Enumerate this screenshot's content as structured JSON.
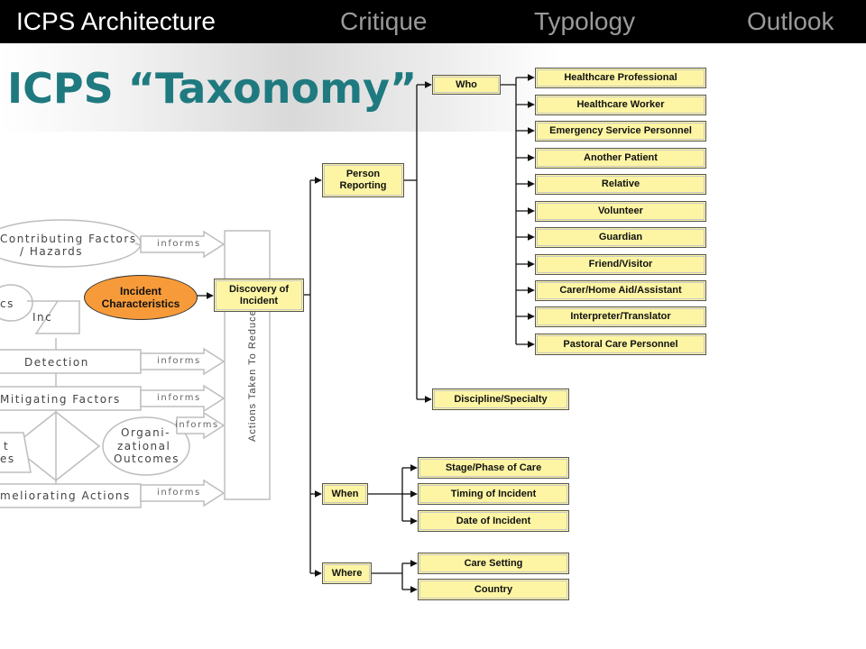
{
  "nav": {
    "items": [
      {
        "label": "ICPS Architecture",
        "active": true
      },
      {
        "label": "Critique",
        "active": false
      },
      {
        "label": "Typology",
        "active": false
      },
      {
        "label": "Outlook",
        "active": false
      }
    ],
    "active_color": "#ffffff",
    "inactive_color": "#9a9a9a"
  },
  "slide": {
    "title": "ICPS “Taxonomy”",
    "title_color": "#1f7a80"
  },
  "background_diagram": {
    "labels": {
      "contributing_factors": "Contributing Factors",
      "hazards": "/ Hazards",
      "patient_chars": "cs",
      "incident_fragment": "Inc",
      "detection": "Detection",
      "mitigating_factors": "Mitigating Factors",
      "patient_outcomes_1": "t",
      "patient_outcomes_2": "es",
      "organizational_outcomes_1": "Organi-",
      "organizational_outcomes_2": "zational",
      "organizational_outcomes_3": "Outcomes",
      "ameliorating_actions": "meliorating Actions",
      "actions_taken": "Actions Taken To Reduce"
    },
    "informs_label": "informs"
  },
  "incident_characteristics": {
    "line1": "Incident",
    "line2": "Characteristics",
    "fill_color": "#f79b3a"
  },
  "taxonomy": {
    "root": "Discovery of Incident",
    "person_reporting": "Person Reporting",
    "who": "Who",
    "who_items": [
      "Healthcare Professional",
      "Healthcare Worker",
      "Emergency Service Personnel",
      "Another Patient",
      "Relative",
      "Volunteer",
      "Guardian",
      "Friend/Visitor",
      "Carer/Home Aid/Assistant",
      "Interpreter/Translator",
      "Pastoral Care Personnel"
    ],
    "discipline": "Discipline/Specialty",
    "when": "When",
    "when_items": [
      "Stage/Phase of Care",
      "Timing of Incident",
      "Date of Incident"
    ],
    "where": "Where",
    "where_items": [
      "Care Setting",
      "Country"
    ],
    "box_color": "#fdf5a3"
  }
}
